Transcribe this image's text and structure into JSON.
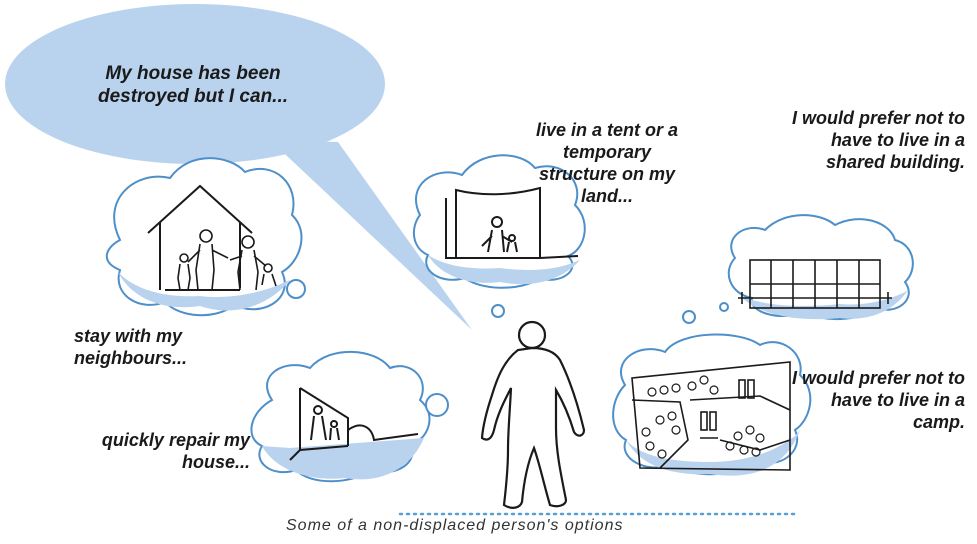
{
  "speech_bubble": {
    "text": "My house has been destroyed but I can..."
  },
  "options": {
    "tent": "live in a tent or a temporary structure on my land...",
    "shared_building": "I would prefer not to have to live in a shared building.",
    "neighbours": "stay with my neighbours...",
    "repair": "quickly repair my house...",
    "camp": "I would prefer not to have to live in a camp."
  },
  "caption": "Some of a non-displaced person's options",
  "colors": {
    "bubble_fill": "#b9d3ee",
    "cloud_fill": "#b9d3ee",
    "cloud_stroke": "#4d8fc9",
    "dots": "#5a9fd4",
    "ink": "#1a1a1a"
  }
}
